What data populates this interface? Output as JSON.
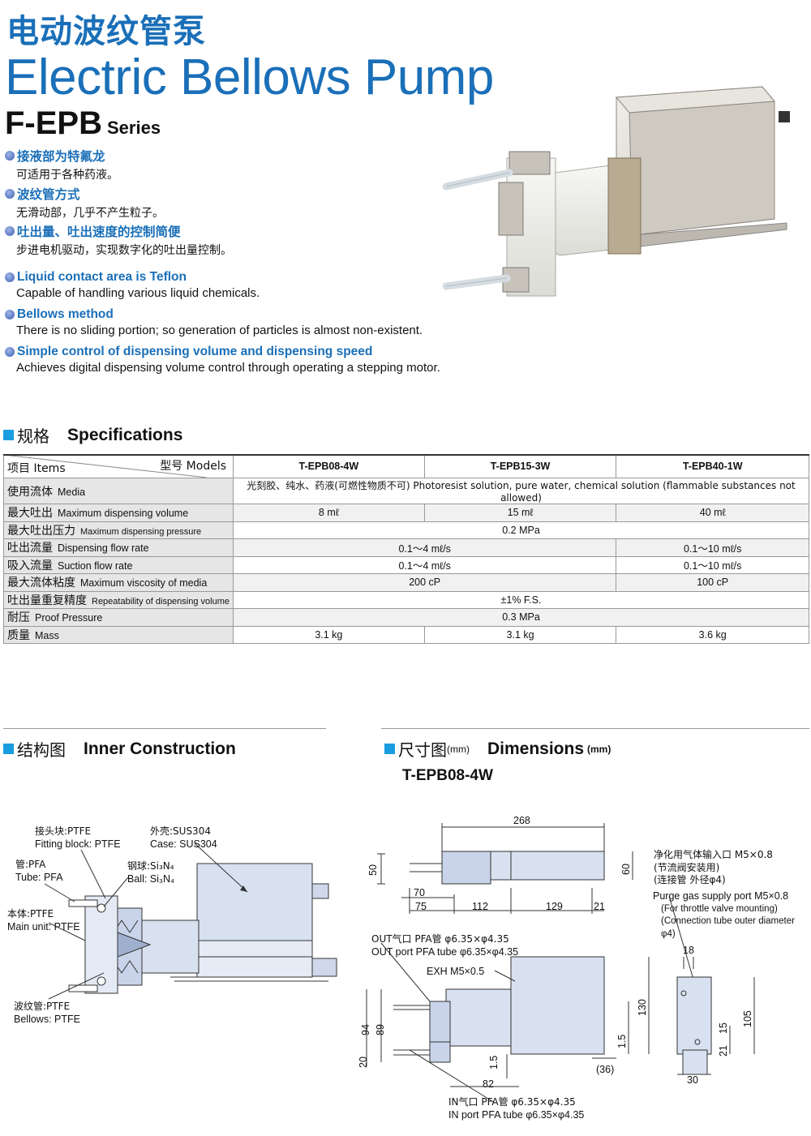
{
  "header": {
    "title_cn": "电动波纹管泵",
    "title_en": "Electric Bellows Pump",
    "series_code": "F-EPB",
    "series_word": "Series"
  },
  "features_cn": [
    {
      "head": "接液部为特氟龙",
      "desc": "可适用于各种药液。"
    },
    {
      "head": "波纹管方式",
      "desc": "无滑动部，几乎不产生粒子。"
    },
    {
      "head": "吐出量、吐出速度的控制简便",
      "desc": "步进电机驱动，实现数字化的吐出量控制。"
    }
  ],
  "features_en": [
    {
      "head": "Liquid contact area is Teflon",
      "desc": "Capable of handling various liquid chemicals."
    },
    {
      "head": "Bellows method",
      "desc": "There is no sliding portion; so generation of particles is almost non-existent."
    },
    {
      "head": "Simple control of dispensing volume and dispensing speed",
      "desc": "Achieves digital dispensing volume control through operating a stepping motor."
    }
  ],
  "specs": {
    "section_cn": "规格",
    "section_en": "Specifications",
    "corner_models": "型号 Models",
    "corner_items": "项目 Items",
    "models": [
      "T-EPB08-4W",
      "T-EPB15-3W",
      "T-EPB40-1W"
    ],
    "rows": [
      {
        "cn": "使用流体",
        "en": "Media",
        "span": 3,
        "values": [
          "光刻胶、纯水、药液(可燃性物质不可)  Photoresist solution, pure water, chemical solution (flammable substances not allowed)"
        ]
      },
      {
        "cn": "最大吐出",
        "en": "Maximum dispensing volume",
        "values": [
          "8 mℓ",
          "15 mℓ",
          "40 mℓ"
        ]
      },
      {
        "cn": "最大吐出压力",
        "en": "Maximum dispensing pressure",
        "span": 3,
        "values": [
          "0.2 MPa"
        ]
      },
      {
        "cn": "吐出流量",
        "en": "Dispensing flow rate",
        "split": true,
        "values": [
          "0.1～4 mℓ/s",
          "0.1～10 mℓ/s"
        ]
      },
      {
        "cn": "吸入流量",
        "en": "Suction flow rate",
        "split": true,
        "values": [
          "0.1～4 mℓ/s",
          "0.1～10 mℓ/s"
        ]
      },
      {
        "cn": "最大流体粘度",
        "en": "Maximum viscosity of media",
        "split": true,
        "values": [
          "200 cP",
          "100 cP"
        ]
      },
      {
        "cn": "吐出量重复精度",
        "en": "Repeatability of dispensing volume",
        "span": 3,
        "values": [
          "±1% F.S."
        ]
      },
      {
        "cn": "耐压",
        "en": "Proof Pressure",
        "span": 3,
        "values": [
          "0.3 MPa"
        ]
      },
      {
        "cn": "质量",
        "en": "Mass",
        "values": [
          "3.1 kg",
          "3.1 kg",
          "3.6 kg"
        ]
      }
    ]
  },
  "inner": {
    "section_cn": "结构图",
    "section_en": "Inner Construction",
    "labels": {
      "fitting": [
        "接头块:PTFE",
        "Fitting block: PTFE"
      ],
      "case": [
        "外壳:SUS304",
        "Case: SUS304"
      ],
      "tube": [
        "管:PFA",
        "Tube: PFA"
      ],
      "ball": [
        "钢球:Si₃N₄",
        "Ball: Si₃N₄"
      ],
      "main": [
        "本体:PTFE",
        "Main unit: PTFE"
      ],
      "bellows": [
        "波纹管:PTFE",
        "Bellows: PTFE"
      ]
    }
  },
  "dims": {
    "section_cn": "尺寸图",
    "section_cn_unit": "(mm)",
    "section_en": "Dimensions",
    "section_en_unit": "(mm)",
    "model": "T-EPB08-4W",
    "numbers": {
      "total": "268",
      "h50": "50",
      "h60": "60",
      "d70": "70",
      "d75": "75",
      "d112": "112",
      "d129": "129",
      "d21": "21",
      "h94": "94",
      "h89": "89",
      "h20": "20",
      "h130": "130",
      "h1_5a": "1.5",
      "h1_5b": "1.5",
      "d82": "82",
      "d36": "(36)",
      "w18": "18",
      "h15": "15",
      "h105": "105",
      "h21": "21",
      "w30": "30"
    },
    "purge": [
      "净化用气体输入口 M5×0.8",
      "(节流阀安装用)",
      "(连接管 外径φ4)",
      "Purge gas supply port M5×0.8",
      "(For throttle valve mounting)",
      "(Connection tube outer diameter φ4)"
    ],
    "out_port": [
      "OUT气口 PFA管 φ6.35×φ4.35",
      "OUT port PFA tube φ6.35×φ4.35"
    ],
    "exh": "EXH M5×0.5",
    "in_port": [
      "IN气口 PFA管 φ6.35×φ4.35",
      "IN port PFA tube φ6.35×φ4.35"
    ]
  }
}
